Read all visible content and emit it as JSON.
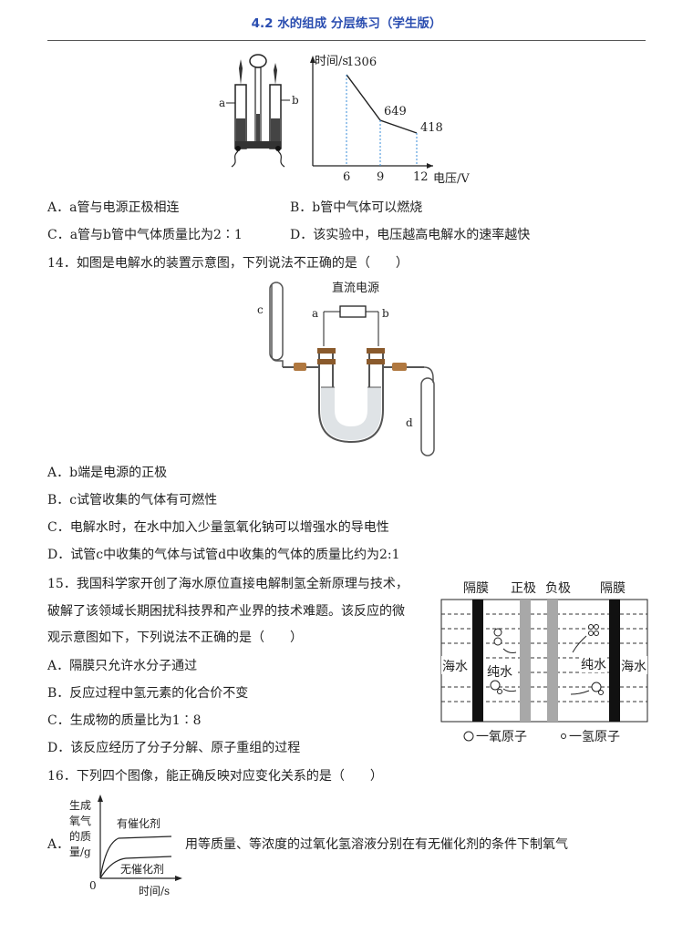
{
  "header": {
    "title": "4.2  水的组成  分层练习（学生版）"
  },
  "q13": {
    "apparatus": {
      "label_a": "a",
      "label_b": "b"
    },
    "chart": {
      "ylabel": "时间/s",
      "xlabel": "电压/V",
      "x_ticks": [
        "6",
        "9",
        "12"
      ],
      "data_labels": [
        "1306",
        "649",
        "418"
      ]
    },
    "options": {
      "A": "A．a管与电源正极相连",
      "B": "B．b管中气体可以燃烧",
      "C": "C．a管与b管中气体质量比为2∶1",
      "D": "D．该实验中，电压越高电解水的速率越快"
    }
  },
  "q14": {
    "stem": "14．如图是电解水的装置示意图，下列说法不正确的是（　　）",
    "figure": {
      "power_label": "直流电源",
      "label_a": "a",
      "label_b": "b",
      "label_c": "c",
      "label_d": "d"
    },
    "options": {
      "A": "A．b端是电源的正极",
      "B": "B．c试管收集的气体有可燃性",
      "C": "C．电解水时，在水中加入少量氢氧化钠可以增强水的导电性",
      "D": "D．试管c中收集的气体与试管d中收集的气体的质量比约为2:1"
    }
  },
  "q15": {
    "stem_line1": "15．我国科学家开创了海水原位直接电解制氢全新原理与技术，",
    "stem_line2": "破解了该领域长期困扰科技界和产业界的技术难题。该反应的微",
    "stem_line3": "观示意图如下，下列说法不正确的是（　　）",
    "figure": {
      "top_labels": [
        "隔膜",
        "正极",
        "负极",
        "隔膜"
      ],
      "seawater_label": "海水",
      "pure_water_label": "纯水",
      "legend_oxygen": "一氧原子",
      "legend_hydrogen": "一氢原子"
    },
    "options": {
      "A": "A．隔膜只允许水分子通过",
      "B": "B．反应过程中氢元素的化合价不变",
      "C": "C．生成物的质量比为1∶8",
      "D": "D．该反应经历了分子分解、原子重组的过程"
    }
  },
  "q16": {
    "stem": "16．下列四个图像，能正确反映对应变化关系的是（　　）",
    "optionA": {
      "label": "A．",
      "text": "用等质量、等浓度的过氧化氢溶液分别在有无催化剂的条件下制氧气",
      "chart": {
        "ylabel_lines": [
          "生成",
          "氧气",
          "的质",
          "量/g"
        ],
        "xlabel": "时间/s",
        "origin": "0",
        "curve_labels": [
          "有催化剂",
          "无催化剂"
        ]
      }
    }
  }
}
